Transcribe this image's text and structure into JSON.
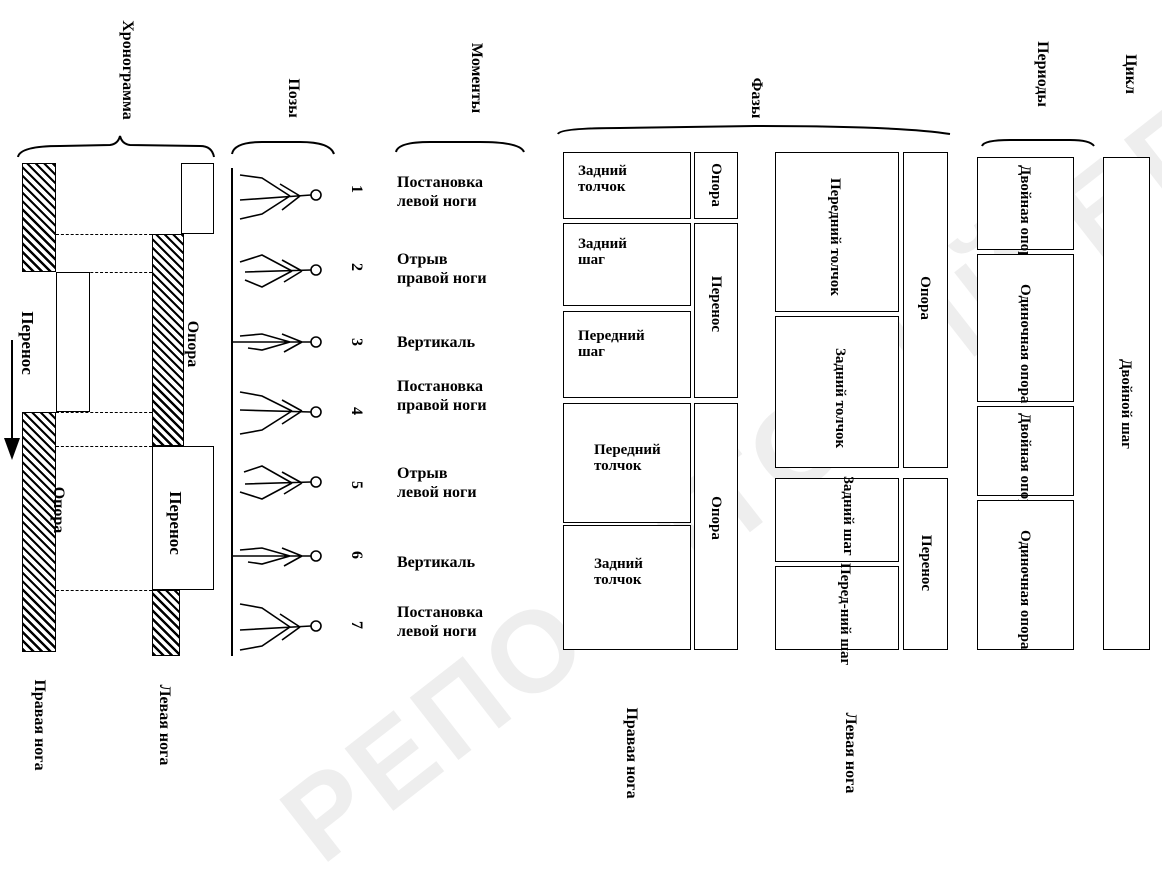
{
  "headers": {
    "chronogram": "Хронограмма",
    "poses": "Позы",
    "moments": "Моменты",
    "phases": "Фазы",
    "periods": "Периоды",
    "cycle": "Цикл"
  },
  "chronogram": {
    "right_support_top": "Опора",
    "right_transfer": "Перенос",
    "left_support": "Опора",
    "left_transfer": "Перенос",
    "right_leg": "Правая нога",
    "left_leg": "Левая нога"
  },
  "moments": [
    {
      "num": "1",
      "line1": "Постановка",
      "line2": "левой ноги"
    },
    {
      "num": "2",
      "line1": "Отрыв",
      "line2": "правой ноги"
    },
    {
      "num": "3",
      "line1": "Вертикаль",
      "line2": ""
    },
    {
      "num": "4",
      "line1": "Постановка",
      "line2": "правой ноги"
    },
    {
      "num": "5",
      "line1": "Отрыв",
      "line2": "левой ноги"
    },
    {
      "num": "6",
      "line1": "Вертикаль",
      "line2": ""
    },
    {
      "num": "7",
      "line1": "Постановка",
      "line2": "левой ноги"
    }
  ],
  "phases_right": {
    "rear_push_1": "Задний толчок",
    "rear_step": "Задний шаг",
    "front_step": "Передний шаг",
    "front_push": "Передний толчок",
    "rear_push_2": "Задний толчок",
    "support_1": "Опора",
    "transfer": "Перенос",
    "support_2": "Опора",
    "leg": "Правая нога"
  },
  "phases_left": {
    "front_push": "Передний толчок",
    "rear_push": "Задний толчок",
    "rear_step": "Задний шаг",
    "front_step": "Перед-ний шаг",
    "support": "Опора",
    "transfer": "Перенос",
    "leg": "Левая нога"
  },
  "periods": {
    "double_1": "Двойная опора",
    "single_1": "Одиночная опора",
    "double_2": "Двойная опора",
    "single_2": "Одиночная опора"
  },
  "cycle": {
    "double_step": "Двойной шаг"
  },
  "watermark": "РЕПОЗИТОРИЙ БГУФК"
}
